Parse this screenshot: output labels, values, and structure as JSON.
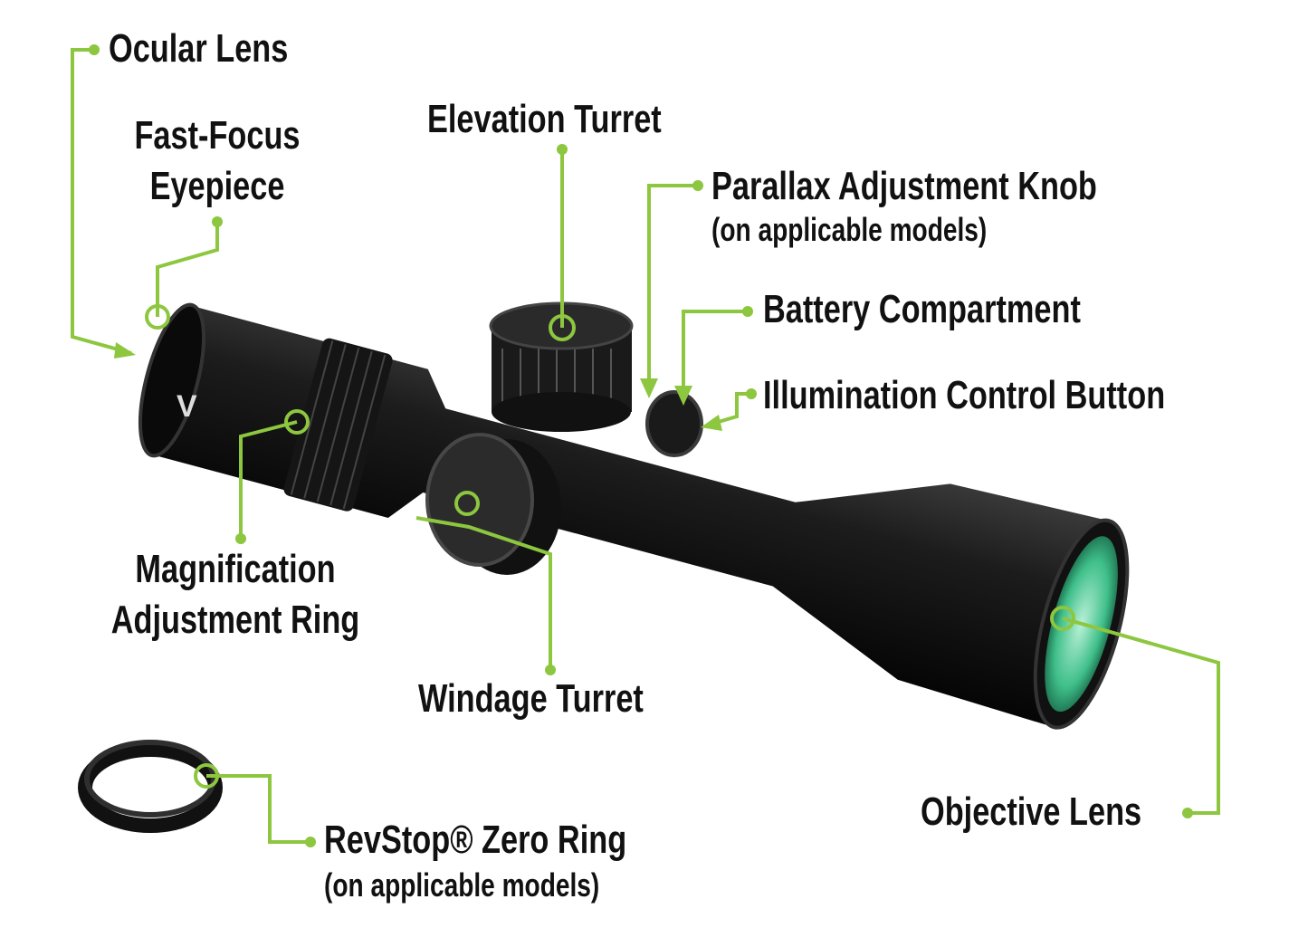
{
  "title": "Riflescope component diagram",
  "accent_color": "#8dc63f",
  "labels": {
    "ocular_lens": "Ocular Lens",
    "fast_focus_1": "Fast-Focus",
    "fast_focus_2": "Eyepiece",
    "elevation_turret": "Elevation Turret",
    "parallax": "Parallax Adjustment Knob",
    "parallax_note": "(on applicable models)",
    "battery": "Battery Compartment",
    "illumination": "Illumination Control Button",
    "magnification_1": "Magnification",
    "magnification_2": "Adjustment Ring",
    "windage_turret": "Windage Turret",
    "objective_lens": "Objective Lens",
    "revstop": "RevStop® Zero Ring",
    "revstop_note": "(on applicable models)"
  }
}
